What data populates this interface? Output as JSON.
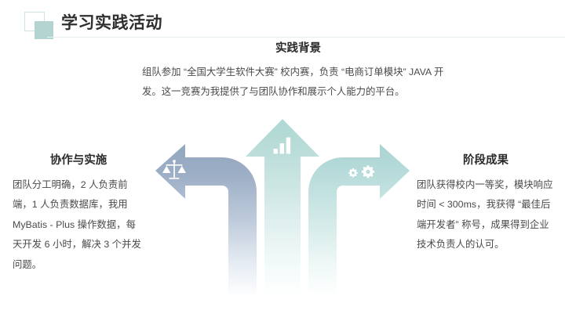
{
  "header": {
    "title": "学习实践活动",
    "logo_icon": "two-squares-logo-icon",
    "accent_color": "#b4d4d2",
    "rule_color": "#e7f0ef"
  },
  "panels": {
    "top": {
      "heading": "实践背景",
      "body": "组队参加 “全国大学生软件大赛” 校内赛，负责 “电商订单模块” JAVA 开发。这一竞赛为我提供了与团队协作和展示个人能力的平台。"
    },
    "left": {
      "heading": "协作与实施",
      "body": "团队分工明确，2 人负责前端，1 人负责数据库，我用 MyBatis - Plus 操作数据，每天开发 6 小时，解决 3 个并发问题。"
    },
    "right": {
      "heading": "阶段成果",
      "body": "团队获得校内一等奖，模块响应时间 < 300ms，我获得 “最佳后端开发者” 称号，成果得到企业技术负责人的认可。"
    }
  },
  "diagram": {
    "arrows": [
      {
        "name": "left-arrow",
        "direction": "left",
        "icon": "balance-scales-icon",
        "color_head": "#9badc4",
        "color_fade": "#ffffff"
      },
      {
        "name": "center-arrow",
        "direction": "up",
        "icon": "bar-chart-icon",
        "color_head": "#b7dbd8",
        "color_fade": "#ffffff"
      },
      {
        "name": "right-arrow",
        "direction": "right",
        "icon": "gears-icon",
        "color_head": "#b8dcdb",
        "color_fade": "#ffffff"
      }
    ]
  }
}
